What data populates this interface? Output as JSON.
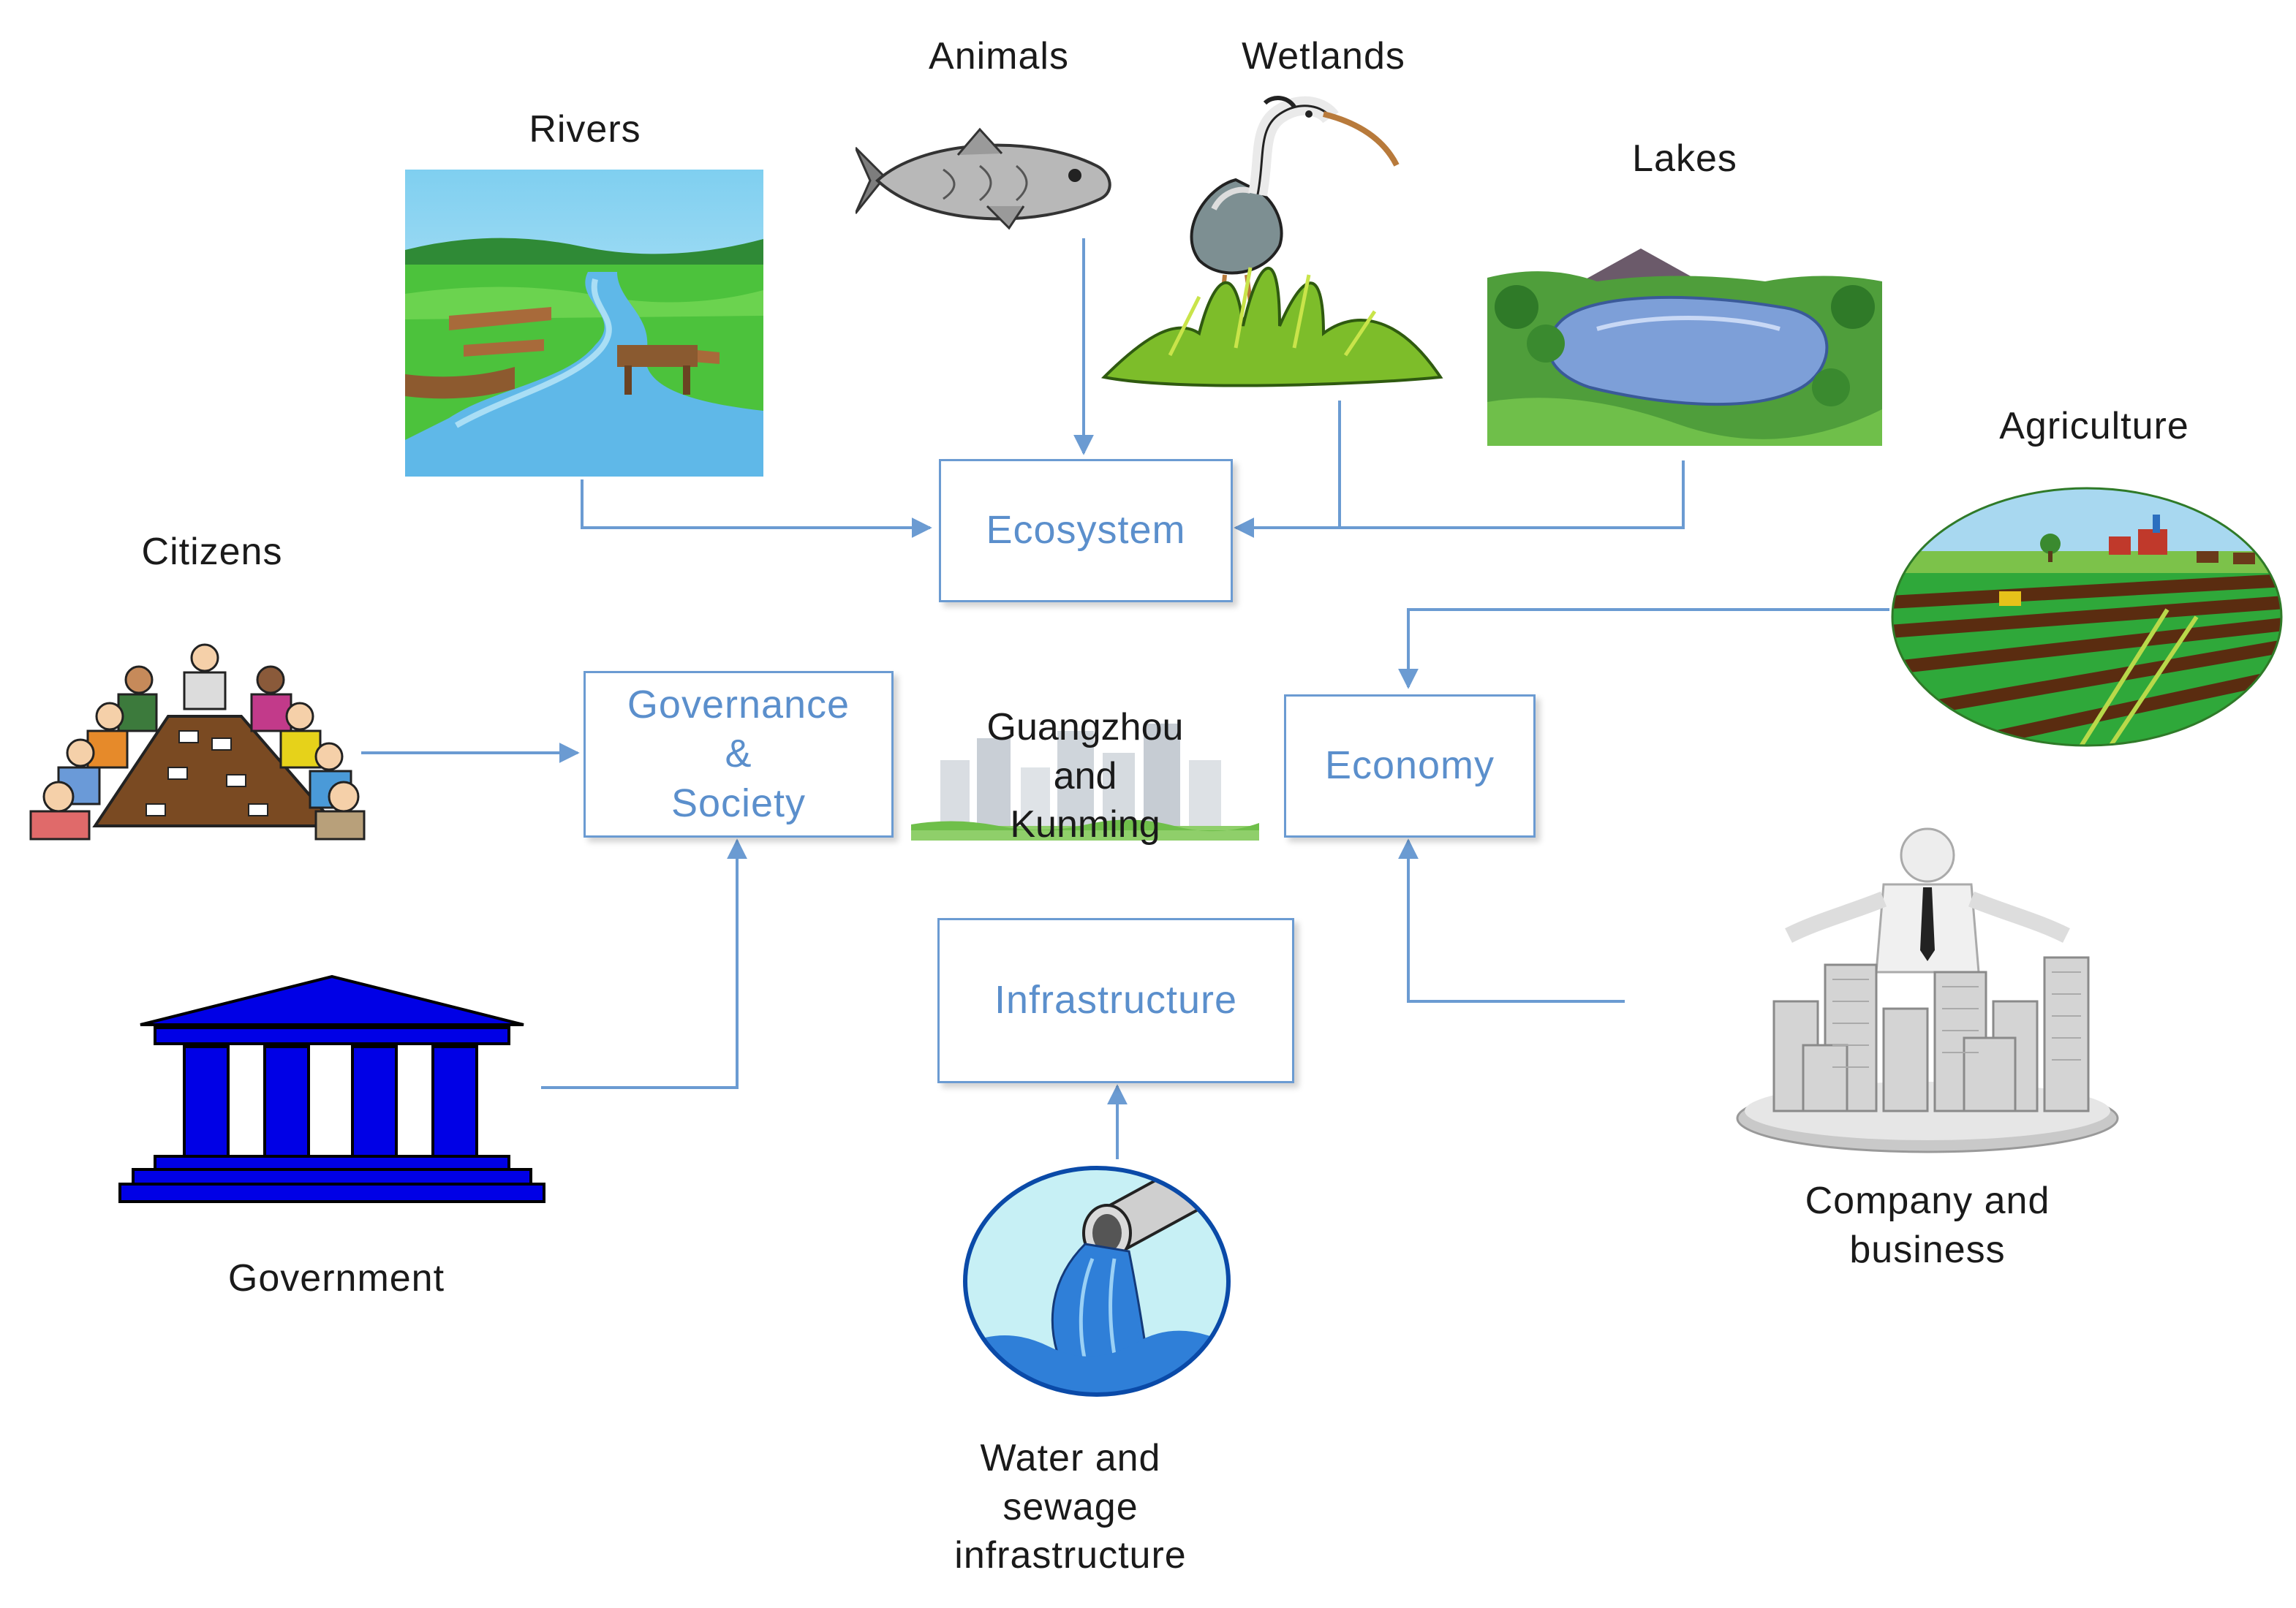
{
  "diagram": {
    "center_label": {
      "line1": "Guangzhou",
      "line2": "and",
      "line3": "Kunming"
    },
    "boxes": {
      "ecosystem": "Ecosystem",
      "governance": {
        "line1": "Governance",
        "line2": "&",
        "line3": "Society"
      },
      "economy": "Economy",
      "infrastructure": "Infrastructure"
    },
    "sources": {
      "rivers": "Rivers",
      "animals": "Animals",
      "wetlands": "Wetlands",
      "lakes": "Lakes",
      "agriculture": "Agriculture",
      "citizens": "Citizens",
      "government": "Government",
      "company": {
        "line1": "Company and",
        "line2": "business"
      },
      "water": {
        "line1": "Water and",
        "line2": "sewage",
        "line3": "infrastructure"
      }
    },
    "colors": {
      "connector": "#6b9bd2",
      "box_text": "#5b8fcc",
      "government_icon": "#0000e6"
    }
  }
}
